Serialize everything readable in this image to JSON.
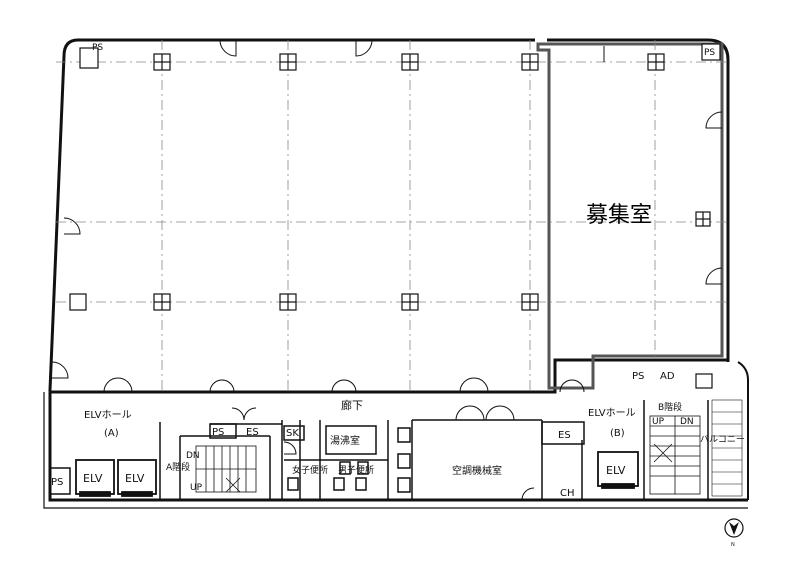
{
  "floorplan": {
    "vacancy_label": "募集室",
    "corridor": "廊下",
    "elv_hall_a": "ELVホール",
    "elv_hall_a_tag": "(A)",
    "elv_hall_b": "ELVホール",
    "elv_hall_b_tag": "(B)",
    "stair_a": "A階段",
    "stair_b": "B階段",
    "up": "UP",
    "dn": "DN",
    "ps": "PS",
    "ad": "AD",
    "es": "ES",
    "sk": "SK",
    "ch": "CH",
    "elv": "ELV",
    "kitchen": "湯沸室",
    "womens_toilet": "女子便所",
    "mens_toilet": "男子便所",
    "machine_room": "空調機械室",
    "balcony": "バルコニー",
    "north_mark": "N"
  },
  "colors": {
    "vacancy_outline": "#555555",
    "wall": "#111111",
    "grid": "#888888"
  }
}
